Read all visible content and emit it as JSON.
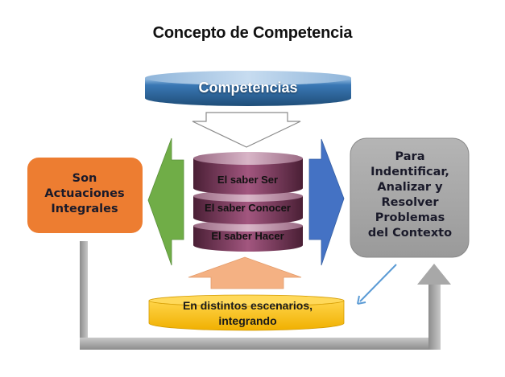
{
  "title": "Concepto de Competencia",
  "nodes": {
    "competencias": {
      "label": "Competencias",
      "color": "#2e6da4"
    },
    "left_box": {
      "label": "Son Actuaciones Integrales",
      "lines": [
        "Son",
        "Actuaciones",
        "Integrales"
      ],
      "color": "#ed7d31"
    },
    "right_box": {
      "label": "Para Indentificar, Analizar y Resolver Problemas del Contexto",
      "lines": [
        "Para",
        "Indentificar,",
        "Analizar y",
        "Resolver",
        "Problemas",
        "del Contexto"
      ],
      "color": "#a6a6a6"
    },
    "stack": {
      "layers": [
        "El saber Ser",
        "El saber Conocer",
        "El saber Hacer"
      ],
      "color": "#7b3a5a"
    },
    "bottom": {
      "label": "En distintos escenarios, integrando",
      "lines": [
        "En distintos escenarios,",
        "integrando"
      ],
      "color": "#f5b800"
    }
  },
  "arrows": {
    "down_from_competencias": {
      "color": "#ffffff",
      "stroke": "#8a8a8a"
    },
    "left_green": {
      "color": "#70ad47"
    },
    "right_blue": {
      "color": "#4472c4"
    },
    "up_salmon": {
      "color": "#f4b183"
    },
    "gray_connector": {
      "color": "#a0a0a0"
    },
    "thin_blue": {
      "color": "#5b9bd5"
    }
  }
}
